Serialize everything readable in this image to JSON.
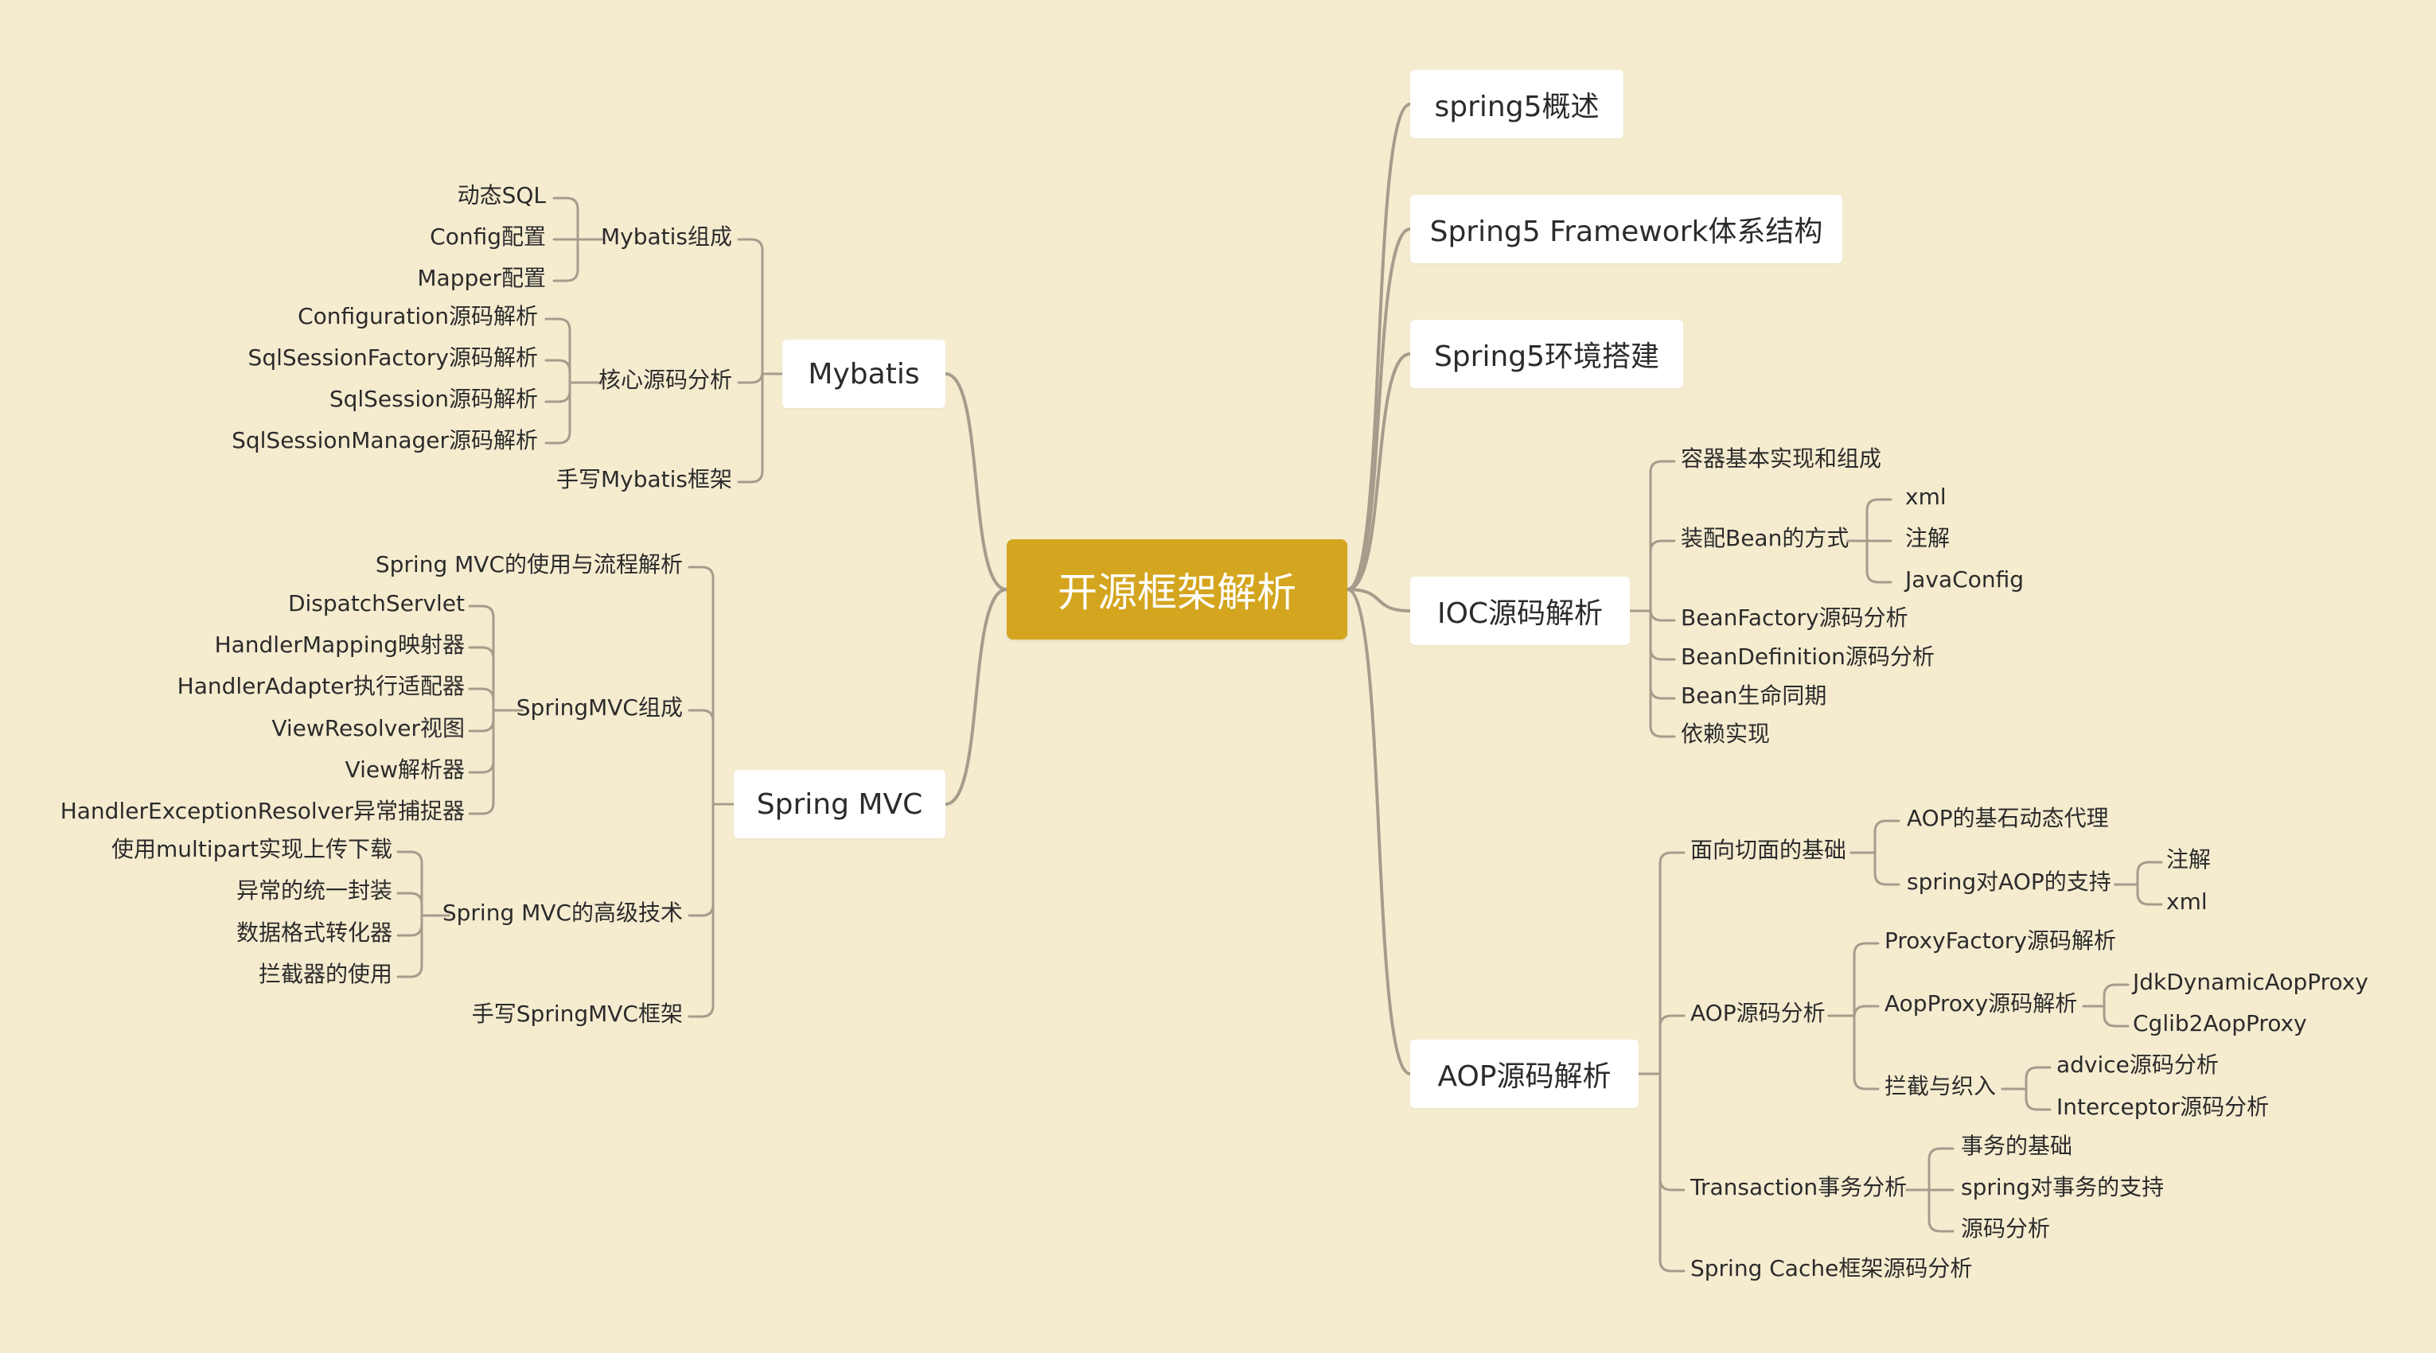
{
  "colors": {
    "background": "#f5ecd0",
    "center": "#d4a51e",
    "line": "#a59c8c",
    "box": "#ffffff"
  },
  "root": "开源框架解析",
  "right": [
    {
      "label": "spring5概述"
    },
    {
      "label": "Spring5 Framework体系结构"
    },
    {
      "label": "Spring5环境搭建"
    },
    {
      "label": "IOC源码解析",
      "children": [
        "容器基本实现和组成",
        {
          "label": "装配Bean的方式",
          "children": [
            "xml",
            "注解",
            "JavaConfig"
          ]
        },
        "BeanFactory源码分析",
        "BeanDefinition源码分析",
        "Bean生命同期",
        "依赖实现"
      ]
    },
    {
      "label": "AOP源码解析",
      "children": [
        {
          "label": "面向切面的基础",
          "children": [
            "AOP的基石动态代理",
            {
              "label": "spring对AOP的支持",
              "children": [
                "注解",
                "xml"
              ]
            }
          ]
        },
        {
          "label": "AOP源码分析",
          "children": [
            "ProxyFactory源码解析",
            {
              "label": "AopProxy源码解析",
              "children": [
                "JdkDynamicAopProxy",
                "Cglib2AopProxy"
              ]
            },
            {
              "label": "拦截与织入",
              "children": [
                "advice源码分析",
                "Interceptor源码分析"
              ]
            }
          ]
        },
        {
          "label": "Transaction事务分析",
          "children": [
            "事务的基础",
            "spring对事务的支持",
            "源码分析"
          ]
        },
        "Spring Cache框架源码分析"
      ]
    }
  ],
  "left": [
    {
      "label": "Mybatis",
      "children": [
        {
          "label": "Mybatis组成",
          "children": [
            "动态SQL",
            "Config配置",
            "Mapper配置"
          ]
        },
        {
          "label": "核心源码分析",
          "children": [
            "Configuration源码解析",
            "SqlSessionFactory源码解析",
            "SqlSession源码解析",
            "SqlSessionManager源码解析"
          ]
        },
        "手写Mybatis框架"
      ]
    },
    {
      "label": "Spring MVC",
      "children": [
        "Spring MVC的使用与流程解析",
        {
          "label": "SpringMVC组成",
          "children": [
            "DispatchServlet",
            "HandlerMapping映射器",
            "HandlerAdapter执行适配器",
            "ViewResolver视图",
            "View解析器",
            "HandlerExceptionResolver异常捕捉器"
          ]
        },
        {
          "label": "Spring MVC的高级技术",
          "children": [
            "使用multipart实现上传下载",
            "异常的统一封装",
            "数据格式转化器",
            "拦截器的使用"
          ]
        },
        "手写SpringMVC框架"
      ]
    }
  ]
}
